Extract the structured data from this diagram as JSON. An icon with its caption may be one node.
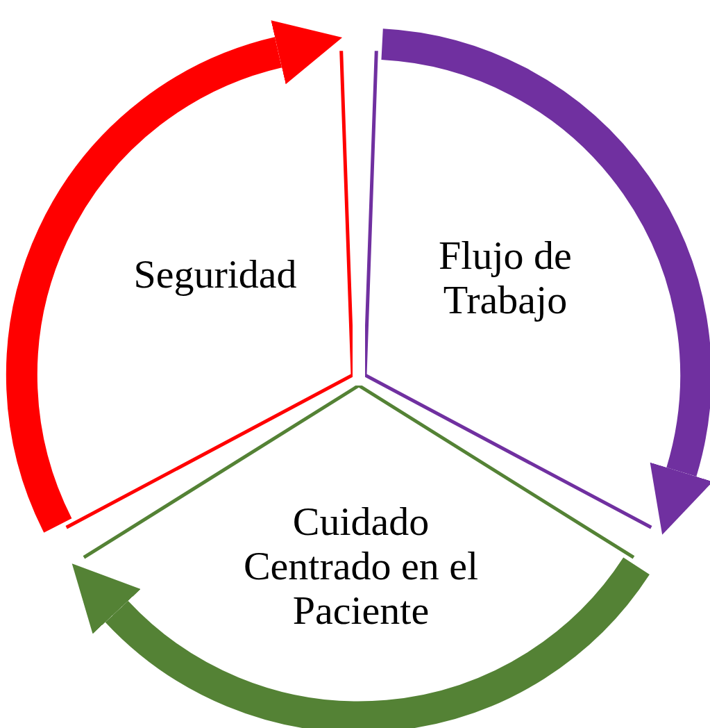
{
  "diagram": {
    "nodes": [
      {
        "text": [
          "Seguridad"
        ]
      },
      {
        "text": [
          "Flujo de Trabajo"
        ]
      },
      {
        "text": [
          "Cuidado Centrado en el Paciente"
        ]
      }
    ],
    "edges": [
      {
        "from": 0,
        "to": 1,
        "arrow": "to",
        "color": "#ff0000"
      },
      {
        "from": 1,
        "to": 2,
        "arrow": "to",
        "color": "#7030a0"
      },
      {
        "from": 2,
        "to": 0,
        "arrow": "to",
        "color": "#548235"
      }
    ]
  }
}
